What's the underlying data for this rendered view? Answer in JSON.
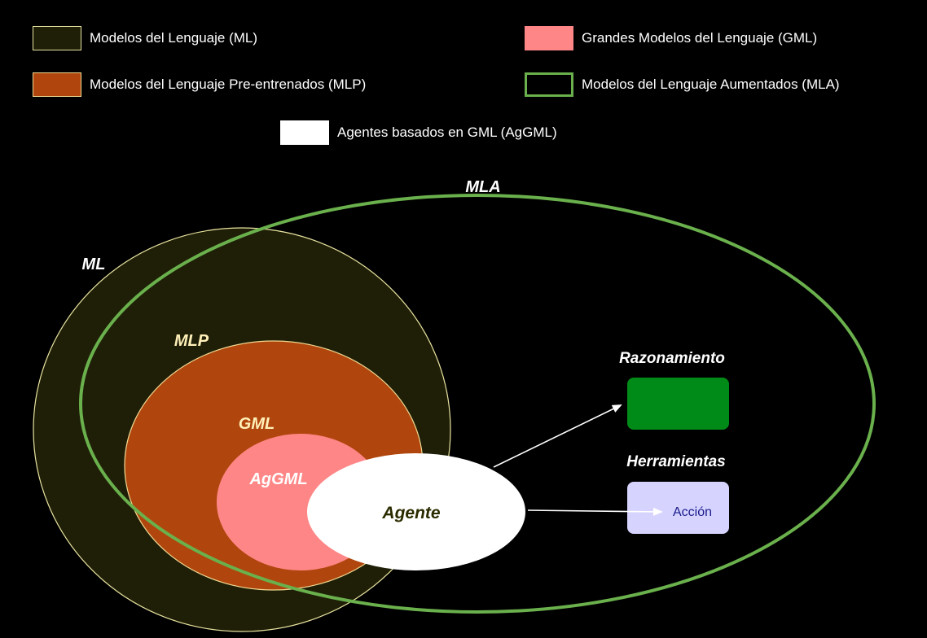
{
  "colors": {
    "background": "#000000",
    "ml_fill": "#1f1f08",
    "ml_stroke": "#e8e3a0",
    "mlp_fill": "#b0460e",
    "mlp_stroke": "#f0d890",
    "gml_fill": "#ff8686",
    "mla_stroke": "#6ab04c",
    "agent_fill": "#ffffff",
    "reasoning_fill": "#008a17",
    "tools_fill": "#d6d4ff",
    "label_white": "#ffffff",
    "label_cream": "#fff0b8",
    "agent_text": "#2b2b00",
    "action_text": "#1a1a8a",
    "arrow": "#ffffff"
  },
  "legend": [
    {
      "label": "Modelos del Lenguaje (ML)",
      "swatch_fill": "#1f1f08",
      "swatch_border": "#e8e3a0"
    },
    {
      "label": "Grandes Modelos del Lenguaje (GML)",
      "swatch_fill": "#ff8686",
      "swatch_border": "#ff8686"
    },
    {
      "label": "Modelos del Lenguaje Pre-entrenados (MLP)",
      "swatch_fill": "#b0460e",
      "swatch_border": "#f0d890"
    },
    {
      "label": "Modelos del Lenguaje Aumentados (MLA)",
      "swatch_fill": "#000000",
      "swatch_border": "#6ab04c"
    },
    {
      "label": "Agentes basados en GML (AgGML)",
      "swatch_fill": "#ffffff",
      "swatch_border": "#ffffff"
    }
  ],
  "diagram": {
    "mla_label": "MLA",
    "ml_label": "ML",
    "mlp_label": "MLP",
    "gml_label": "GML",
    "aggml_label": "AgGML",
    "agent_label": "Agente",
    "reasoning_label": "Razonamiento",
    "tools_label": "Herramientas",
    "action_label": "Acción"
  }
}
